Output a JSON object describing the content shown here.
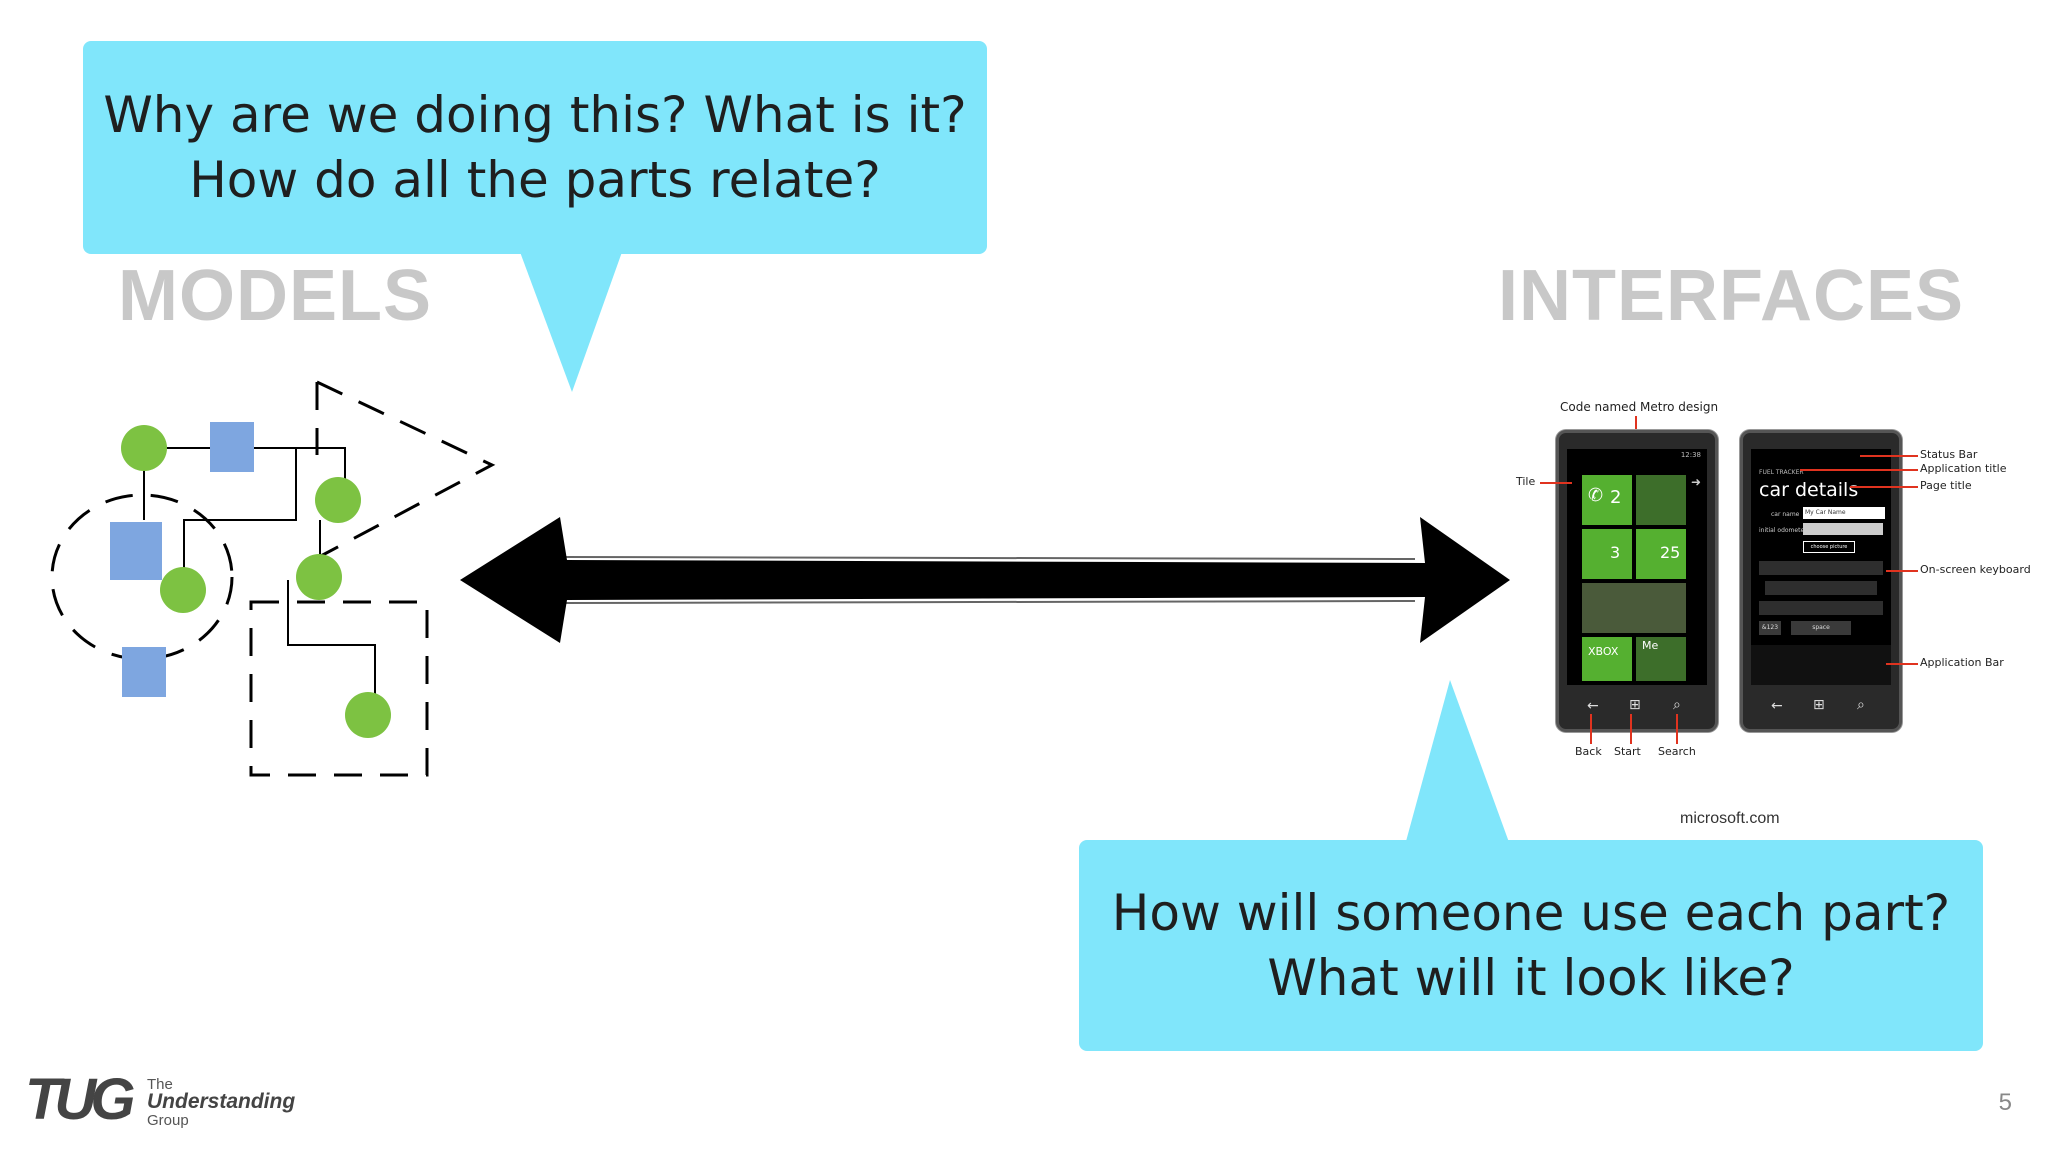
{
  "bubbles": {
    "top": {
      "line1": "Why are we doing this? What is it?",
      "line2": "How do all the parts relate?"
    },
    "bottom": {
      "line1": "How will someone use each part?",
      "line2": "What will it look like?"
    }
  },
  "headings": {
    "left": "MODELS",
    "right": "INTERFACES"
  },
  "phone_figure": {
    "caption": "Code named Metro design",
    "labels": {
      "tile": "Tile",
      "status_bar": "Status Bar",
      "application_title": "Application title",
      "page_title": "Page title",
      "onscreen_keyboard": "On-screen keyboard",
      "application_bar": "Application Bar",
      "back": "Back",
      "start": "Start",
      "search": "Search"
    },
    "screen_text": {
      "app_title": "FUEL TRACKER",
      "page_title": "car details",
      "field1_label": "car name",
      "field1_value": "My Car Name",
      "field2_label": "initial odometer",
      "choose_button": "choose picture",
      "tile_count_phone": "2",
      "tile_count_msg": "3",
      "tile_count_outlook": "25",
      "tile_xbox": "XBOX",
      "tile_me": "Me",
      "space_key": "space",
      "num_key": "&123",
      "time": "12:38"
    }
  },
  "credit": "microsoft.com",
  "logo": {
    "mark": "TUG",
    "the": "The",
    "understanding": "Understanding",
    "group": "Group"
  },
  "page_number": "5",
  "colors": {
    "bubble": "#80e6fb",
    "green": "#7dc242",
    "blue": "#7ea6e0",
    "tile_green": "#55b030",
    "red_callout": "#e0331f"
  }
}
